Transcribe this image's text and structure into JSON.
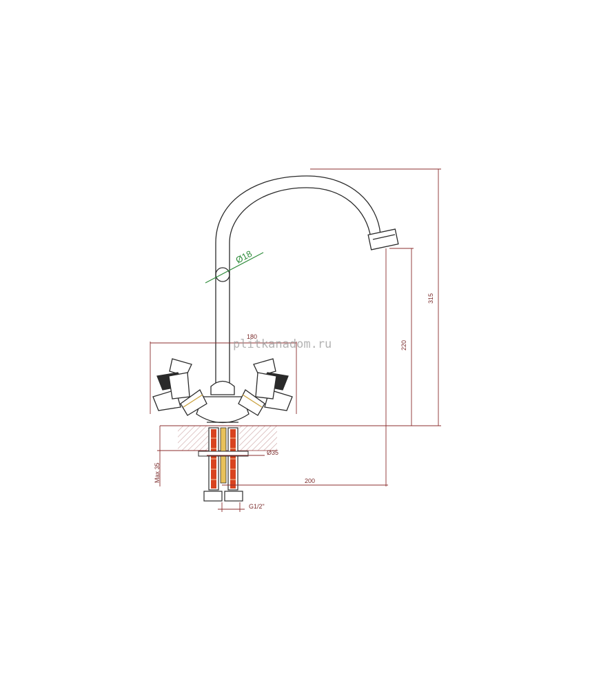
{
  "drawing": {
    "watermark": "plitkanadom.ru",
    "dimensions": {
      "total_height": "315",
      "spout_height": "220",
      "spout_reach": "200",
      "handle_span": "180",
      "pipe_diameter": "Ø18",
      "hole_diameter": "Ø35",
      "max_thickness": "Max 35",
      "connection_thread": "G1/2\""
    }
  },
  "colors": {
    "outline": "#2a2a2a",
    "dimension_line": "#8b2c2c",
    "diameter_mark": "#2e8b3a",
    "hose": "#d8431f",
    "hatch": "#c9a0a0"
  }
}
